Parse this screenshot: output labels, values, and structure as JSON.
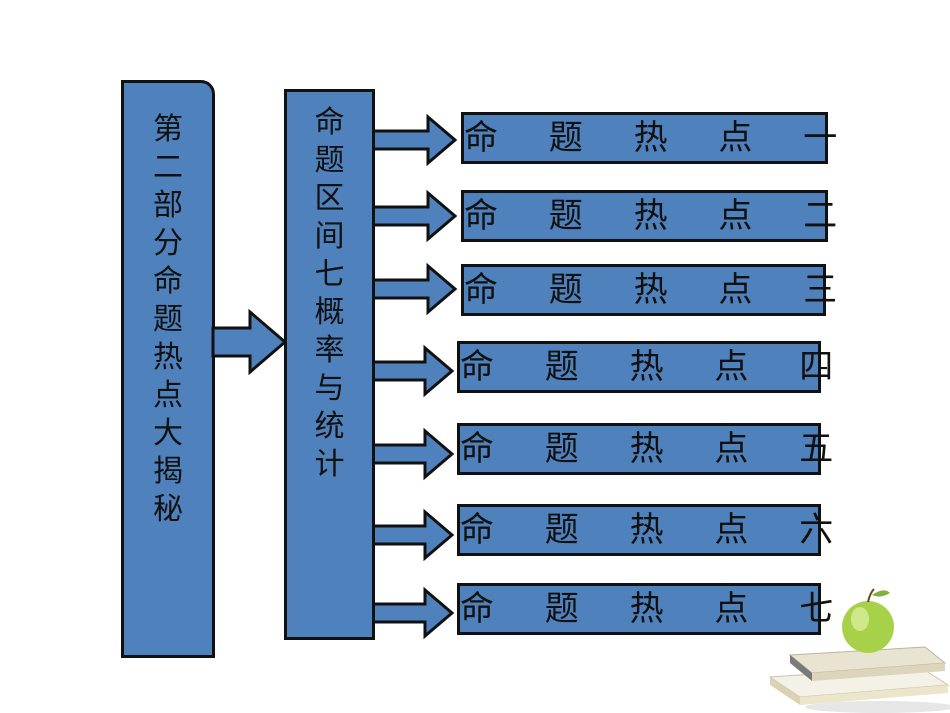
{
  "left_box": {
    "text": "第二部分  命题热点大揭秘"
  },
  "mid_box": {
    "text": "命题区间七  概率与统计"
  },
  "hot_points": [
    "命 题 热 点 一",
    "命 题 热 点 二",
    "命 题 热 点 三",
    "命 题 热 点 四",
    "命 题 热 点 五",
    "命 题 热 点 六",
    "命 题 热 点 七"
  ],
  "colors": {
    "box_fill": "#4f81bd",
    "border": "#111111"
  },
  "decoration": {
    "icon": "apple-on-books-icon"
  }
}
